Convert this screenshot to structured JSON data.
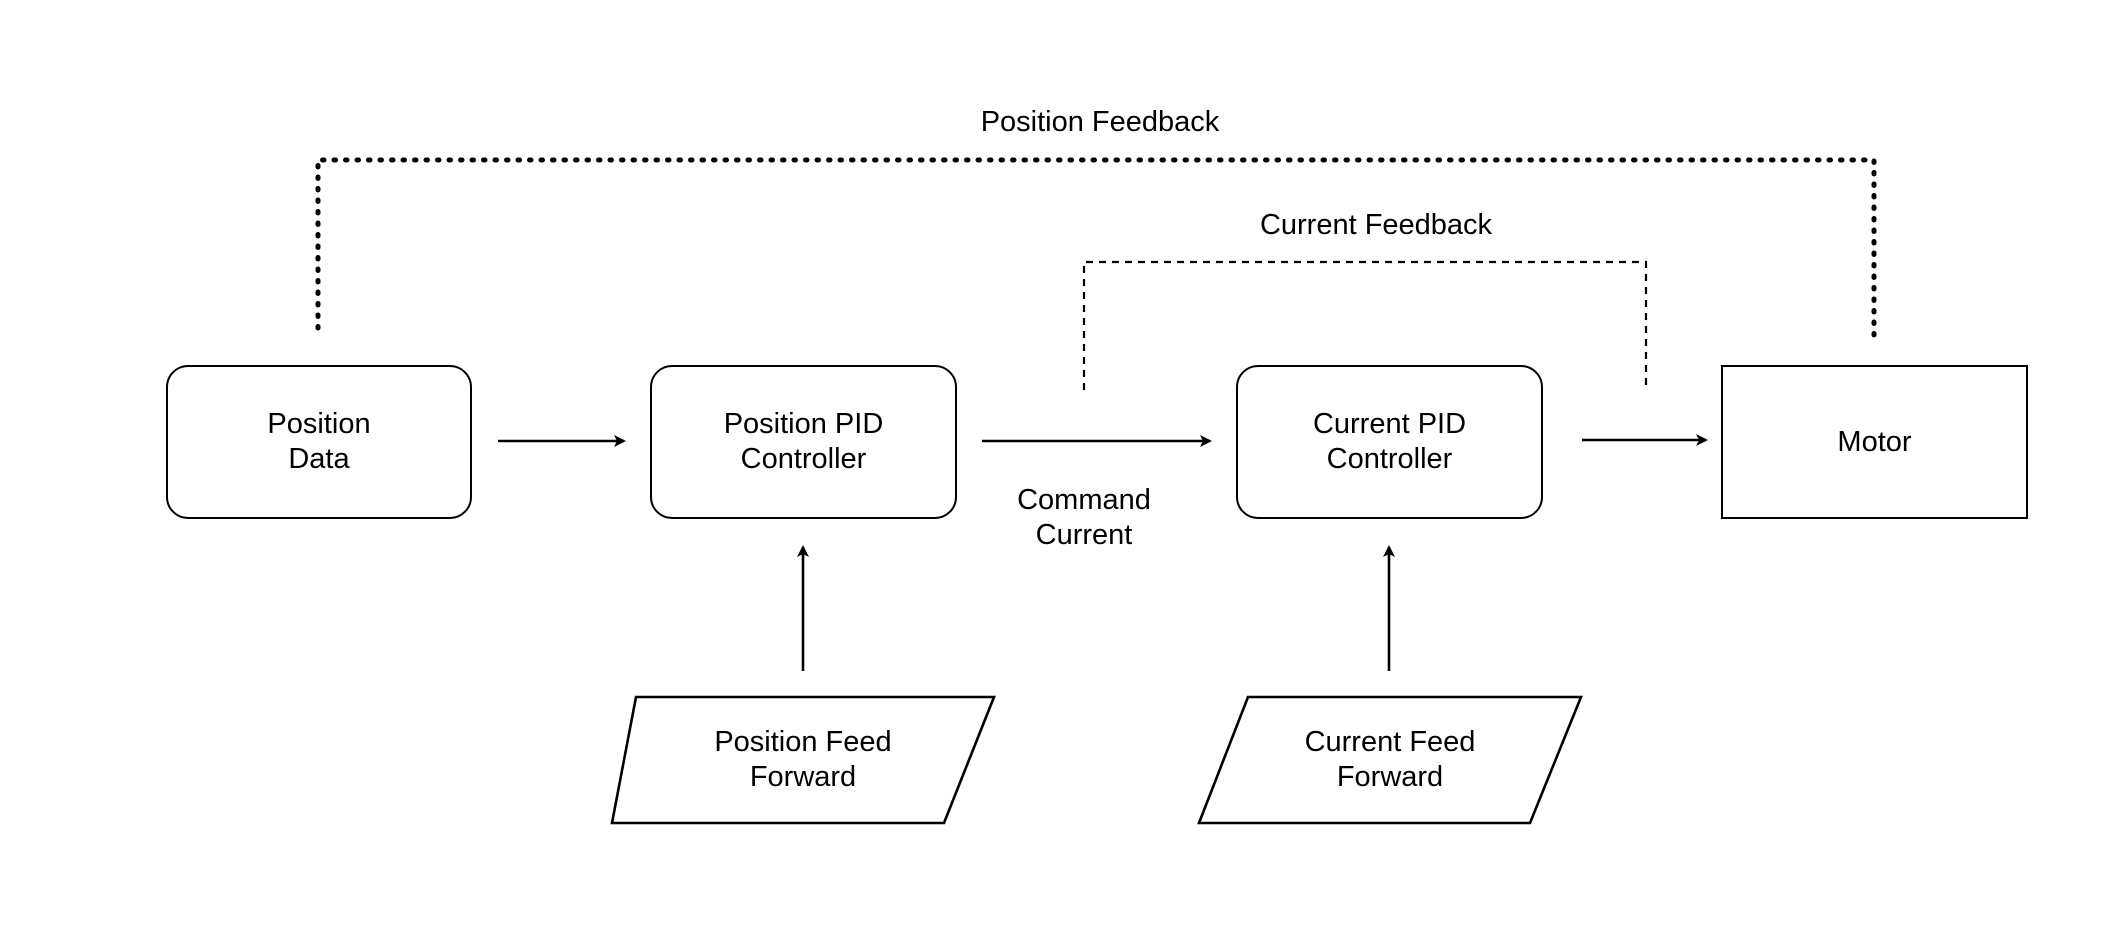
{
  "blocks": {
    "position_data": "Position\nData",
    "position_pid": "Position PID\nController",
    "current_pid": "Current PID\nController",
    "motor": "Motor",
    "position_feed_forward": "Position Feed\nForward",
    "current_feed_forward": "Current Feed\nForward"
  },
  "labels": {
    "position_feedback": "Position Feedback",
    "current_feedback": "Current Feedback",
    "command_current": "Command\nCurrent"
  }
}
